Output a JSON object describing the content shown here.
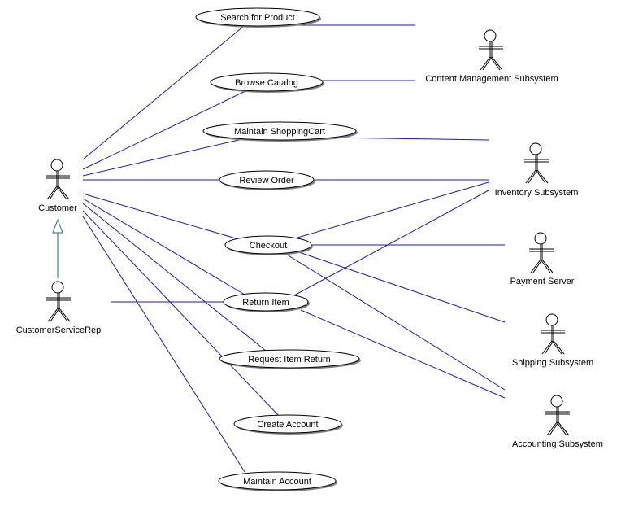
{
  "use_cases": {
    "search": "Search for Product",
    "browse": "Browse Catalog",
    "cart": "Maintain ShoppingCart",
    "review": "Review Order",
    "checkout": "Checkout",
    "return_item": "Return Item",
    "request_return": "Request Item Return",
    "create_account": "Create Account",
    "maintain_account": "Maintain Account"
  },
  "actors": {
    "customer": "Customer",
    "csr": "CustomerServiceRep",
    "cms": "Content Management Subsystem",
    "inventory": "Inventory Subsystem",
    "payment": "Payment Server",
    "shipping": "Shipping Subsystem",
    "accounting": "Accounting Subsystem"
  },
  "colors": {
    "association": "#1a1ab0",
    "generalization": "#1a6f6f"
  }
}
